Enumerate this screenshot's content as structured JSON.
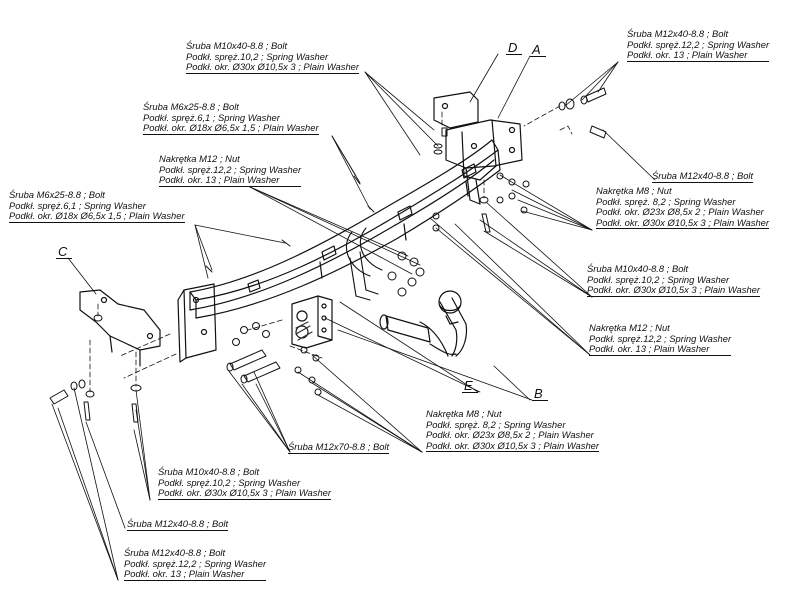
{
  "labels": {
    "bolt_m10_top": [
      "Śruba M10x40-8.8 ;  Bolt",
      "Podkł. spręż.10,2 ; Spring Washer",
      "Podkł. okr.  Ø30x Ø10,5x 3 ; Plain Washer"
    ],
    "bolt_m12_top_right": [
      "Śruba M12x40-8.8 ;  Bolt",
      "Podkł. spręż.12,2 ; Spring Washer",
      "Podkł. okr. 13 ; Plain Washer"
    ],
    "bolt_m6_upper": [
      "Śruba M6x25-8.8 ;  Bolt",
      "Podkł. spręż.6,1 ; Spring Washer",
      "Podkł. okr.  Ø18x Ø6,5x 1,5 ; Plain Washer"
    ],
    "nut_m12_upper": [
      "Nakrętka  M12 ; Nut",
      "Podkł. spręż.12,2 ; Spring Washer",
      "Podkł. okr. 13 ; Plain Washer"
    ],
    "bolt_m12_right_single": [
      "Śruba M12x40-8.8 ;  Bolt"
    ],
    "nut_m8_right": [
      "Nakrętka  M8 ; Nut",
      "Podkł. spręż.  8,2 ; Spring Washer",
      "Podkł. okr.   Ø23x Ø8,5x 2 ; Plain Washer",
      "Podkł. okr.   Ø30x Ø10,5x 3 ; Plain Washer"
    ],
    "bolt_m6_left": [
      "Śruba M6x25-8.8 ;  Bolt",
      "Podkł. spręż.6,1 ; Spring Washer",
      "Podkł. okr.  Ø18x Ø6,5x 1,5 ; Plain Washer"
    ],
    "bolt_m10_right": [
      "Śruba M10x40-8.8 ;  Bolt",
      "Podkł. spręż.10,2 ; Spring Washer",
      "Podkł. okr.  Ø30x Ø10,5x 3 ; Plain Washer"
    ],
    "nut_m12_right": [
      "Nakrętka  M12 ; Nut",
      "Podkł. spręż.12,2 ; Spring Washer",
      "Podkł. okr. 13 ; Plain Washer"
    ],
    "nut_m8_bottom": [
      "Nakrętka  M8 ; Nut",
      "Podkł. spręż.  8,2 ; Spring Washer",
      "Podkł. okr.   Ø23x Ø8,5x 2 ; Plain Washer",
      "Podkł. okr.   Ø30x Ø10,5x 3 ; Plain Washer"
    ],
    "bolt_m12x70": [
      "Śruba M12x70-8.8 ;  Bolt"
    ],
    "bolt_m10_bottom": [
      "Śruba M10x40-8.8 ;  Bolt",
      "Podkł. spręż.10,2 ; Spring Washer",
      "Podkł. okr.  Ø30x Ø10,5x 3 ; Plain Washer"
    ],
    "bolt_m12_bottom_single": [
      "Śruba M12x40-8.8 ;  Bolt"
    ],
    "bolt_m12_bottom": [
      "Śruba M12x40-8.8 ;  Bolt",
      "Podkł. spręż.12,2 ; Spring Washer",
      "Podkł. okr. 13 ; Plain Washer"
    ]
  },
  "letters": {
    "d": "D",
    "a": "A",
    "c": "C",
    "e": "E",
    "b": "B"
  },
  "colors": {
    "ink": "#111111",
    "paper": "#ffffff",
    "hatch": "#333333"
  }
}
